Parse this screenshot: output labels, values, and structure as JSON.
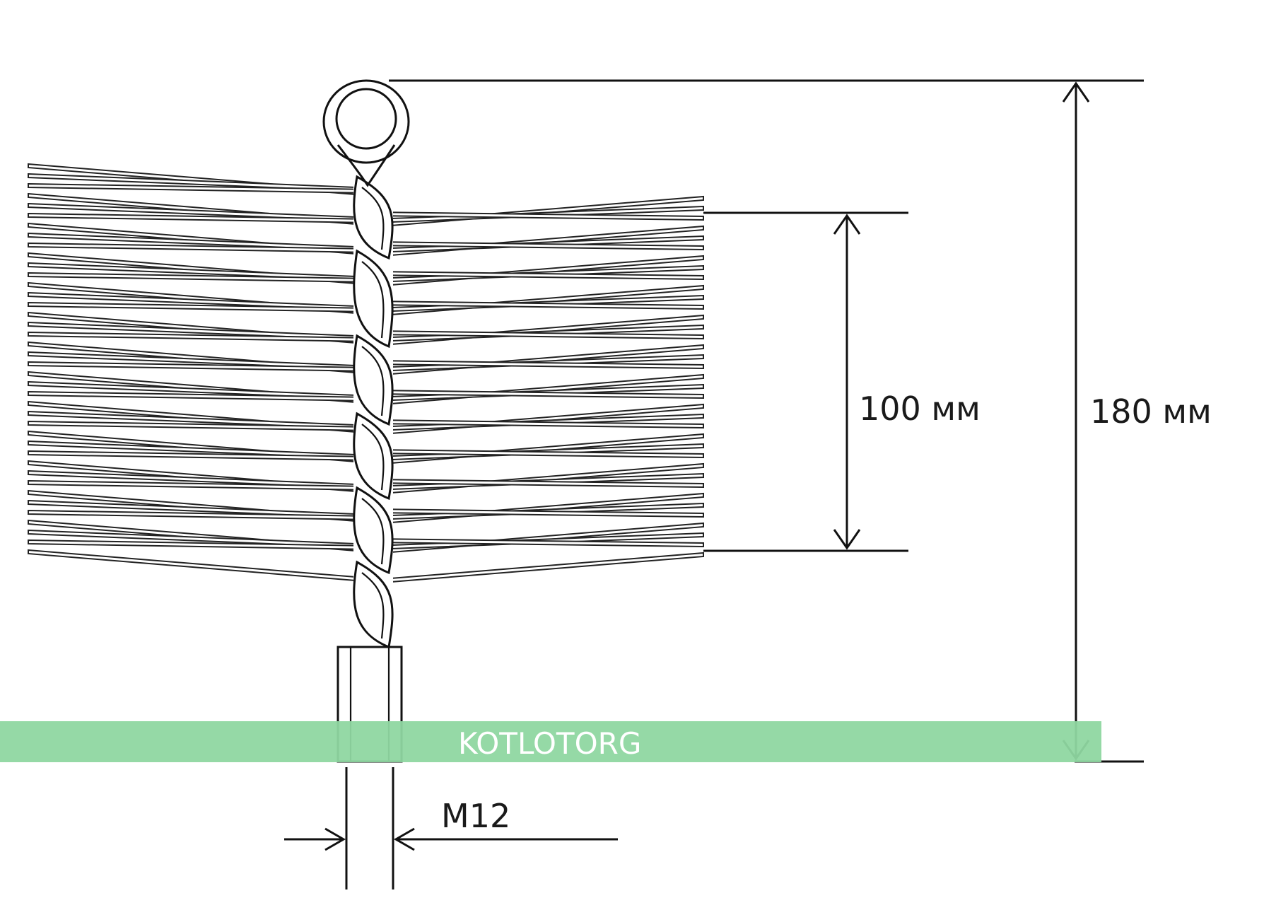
{
  "diagram": {
    "height_total_label": "180 мм",
    "brush_height_label": "100 мм",
    "thread_label": "M12",
    "watermark_text": "KOTLOTORG"
  },
  "colors": {
    "line": "#111111",
    "watermark_band": "#8fd7a1",
    "watermark_text": "#ffffff",
    "background": "#ffffff"
  }
}
